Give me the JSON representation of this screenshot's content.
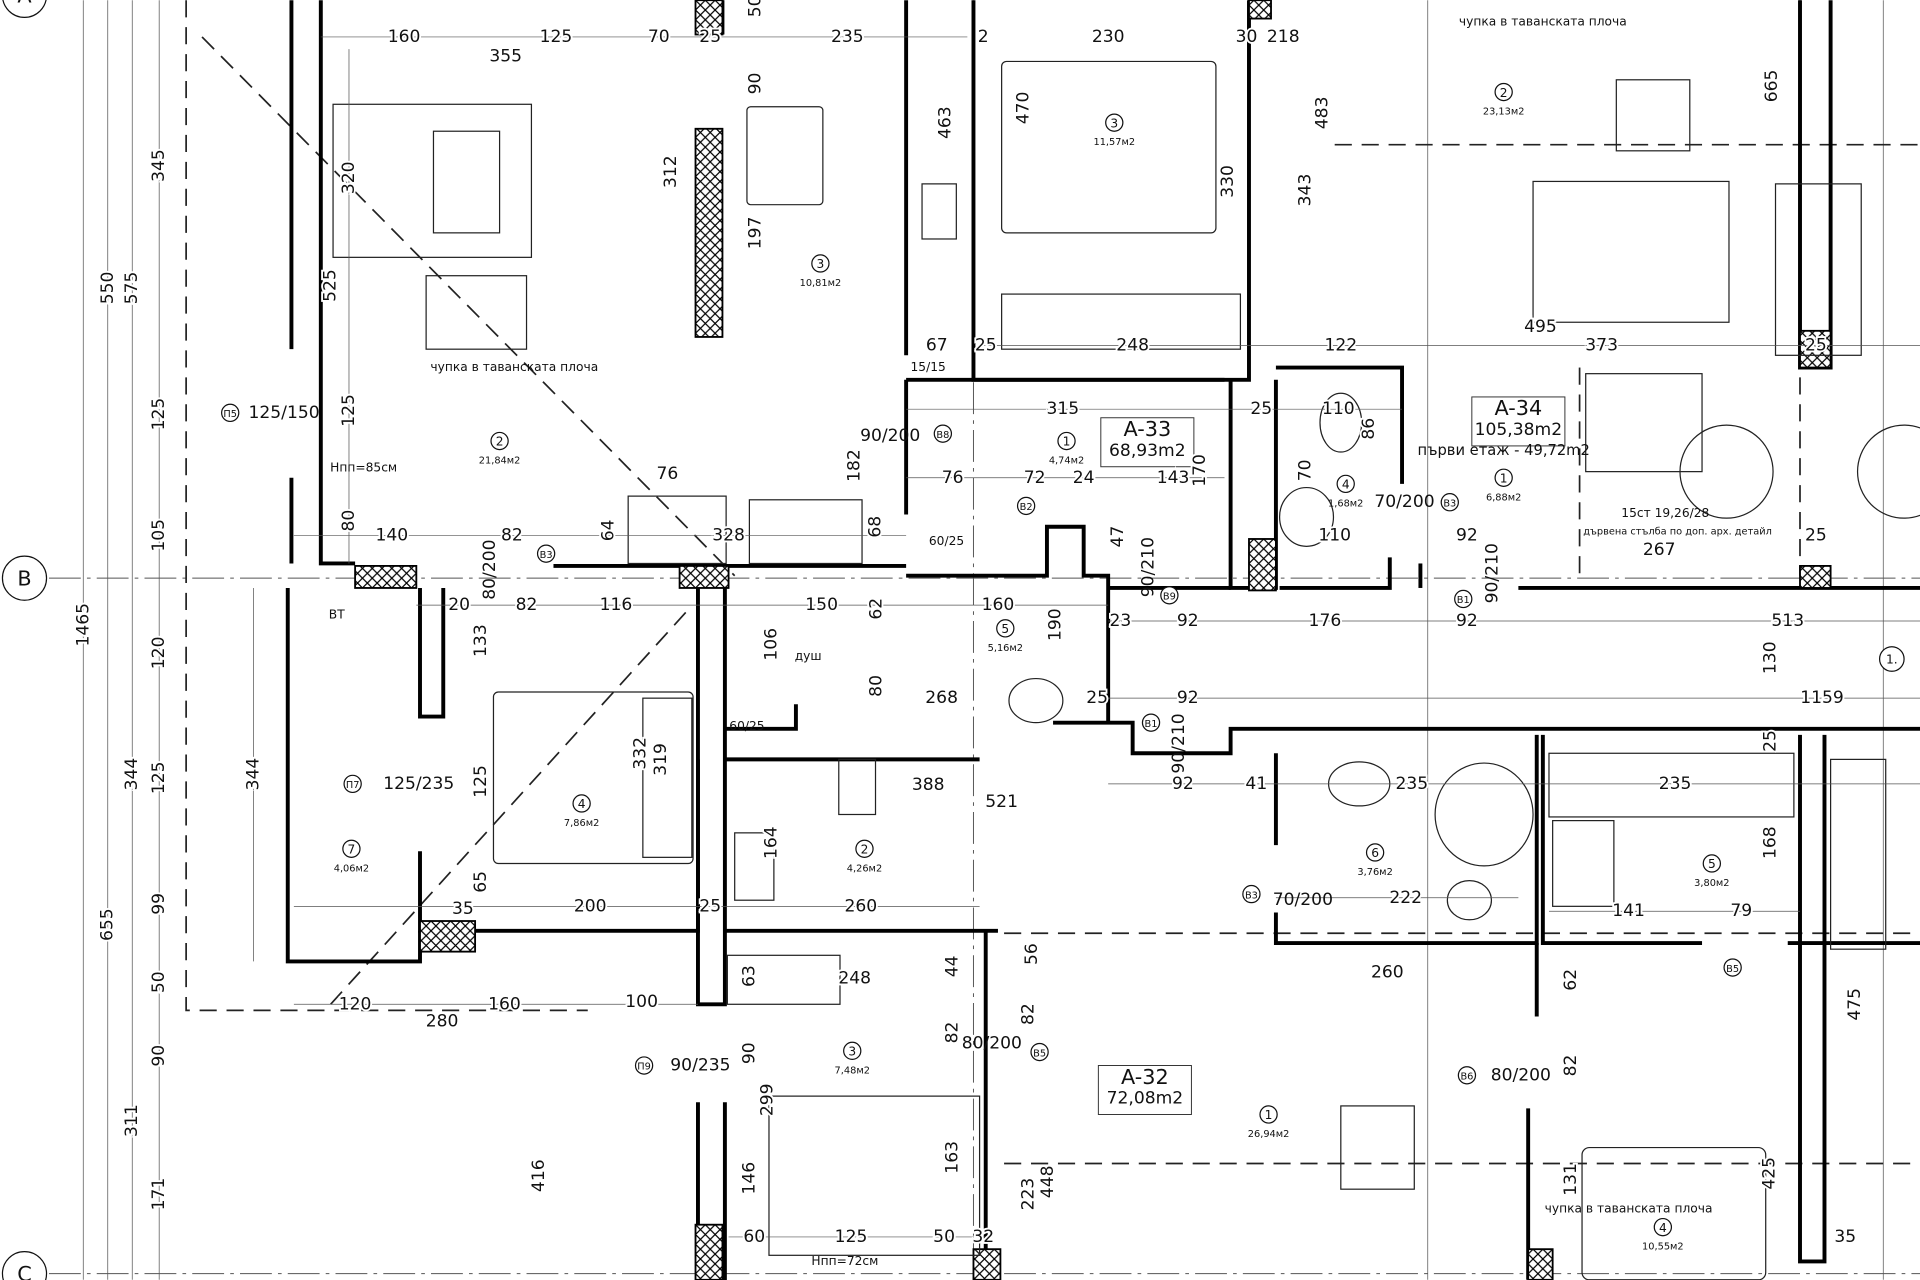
{
  "colors": {
    "ink": "#111111",
    "background": "#ffffff",
    "hatch": "#000000"
  },
  "grid_axes": [
    "A",
    "B",
    "C",
    "1."
  ],
  "apartments": [
    {
      "id": "A-33",
      "area": "68,93m2"
    },
    {
      "id": "A-34",
      "area": "105,38m2",
      "note": "първи етаж - 49,72m2"
    },
    {
      "id": "A-32",
      "area": "72,08m2"
    }
  ],
  "rooms": [
    {
      "no": "2",
      "area": "21,84м2"
    },
    {
      "no": "3",
      "area": "10,81м2"
    },
    {
      "no": "3",
      "area": "11,57м2"
    },
    {
      "no": "2",
      "area": "23,13м2"
    },
    {
      "no": "1",
      "area": "4,74м2"
    },
    {
      "no": "4",
      "area": "1,68м2"
    },
    {
      "no": "1",
      "area": "6,88м2"
    },
    {
      "no": "5",
      "area": "5,16м2"
    },
    {
      "no": "4",
      "area": "7,86м2"
    },
    {
      "no": "7",
      "area": "4,06м2"
    },
    {
      "no": "2",
      "area": "4,26м2"
    },
    {
      "no": "6",
      "area": "3,76м2"
    },
    {
      "no": "5",
      "area": "3,80м2"
    },
    {
      "no": "3",
      "area": "7,48м2"
    },
    {
      "no": "1",
      "area": "26,94м2"
    },
    {
      "no": "4",
      "area": "10,55м2"
    }
  ],
  "notes": [
    "чупка в таванската плоча",
    "чупка в таванската плоча",
    "чупка в таванската плоча",
    "Нпп=85см",
    "Нпп=72см",
    "душ",
    "15ст 19,26/28",
    "дървена стълба по доп. арх. детайл",
    "ВТ"
  ],
  "tags": [
    "П5",
    "П7",
    "П9",
    "В8",
    "В2",
    "В3",
    "В9",
    "В1",
    "В3",
    "В1",
    "В3",
    "В5",
    "В5",
    "В6"
  ],
  "openings": [
    "125/150",
    "90/200",
    "80/200",
    "125/235",
    "90/210",
    "70/200",
    "90/210",
    "90/210",
    "70/200",
    "80/200",
    "80/200",
    "90/235",
    "60/25",
    "60/25",
    "15/15"
  ],
  "dimensions": [
    "160",
    "355",
    "125",
    "70",
    "25",
    "235",
    "2",
    "230",
    "30",
    "218",
    "50",
    "345",
    "125",
    "105",
    "120",
    "125",
    "99",
    "50",
    "90",
    "311",
    "171",
    "550",
    "575",
    "1465",
    "344",
    "655",
    "344",
    "320",
    "525",
    "125",
    "80",
    "140",
    "82",
    "76",
    "64",
    "328",
    "90",
    "312",
    "197",
    "463",
    "470",
    "330",
    "483",
    "343",
    "665",
    "248",
    "67",
    "25",
    "122",
    "495",
    "373",
    "25",
    "315",
    "25",
    "110",
    "86",
    "182",
    "76",
    "72",
    "24",
    "143",
    "170",
    "70",
    "68",
    "47",
    "110",
    "92",
    "267",
    "25",
    "20",
    "82",
    "116",
    "150",
    "62",
    "160",
    "190",
    "23",
    "92",
    "176",
    "92",
    "513",
    "130",
    "1159",
    "268",
    "80",
    "25",
    "92",
    "106",
    "133",
    "332",
    "319",
    "125",
    "92",
    "41",
    "235",
    "235",
    "25",
    "388",
    "521",
    "168",
    "164",
    "200",
    "35",
    "65",
    "260",
    "25",
    "222",
    "141",
    "79",
    "248",
    "63",
    "44",
    "56",
    "260",
    "62",
    "475",
    "120",
    "160",
    "280",
    "100",
    "90",
    "82",
    "82",
    "82",
    "416",
    "299",
    "163",
    "146",
    "223",
    "448",
    "131",
    "425",
    "60",
    "125",
    "50",
    "32",
    "35"
  ]
}
